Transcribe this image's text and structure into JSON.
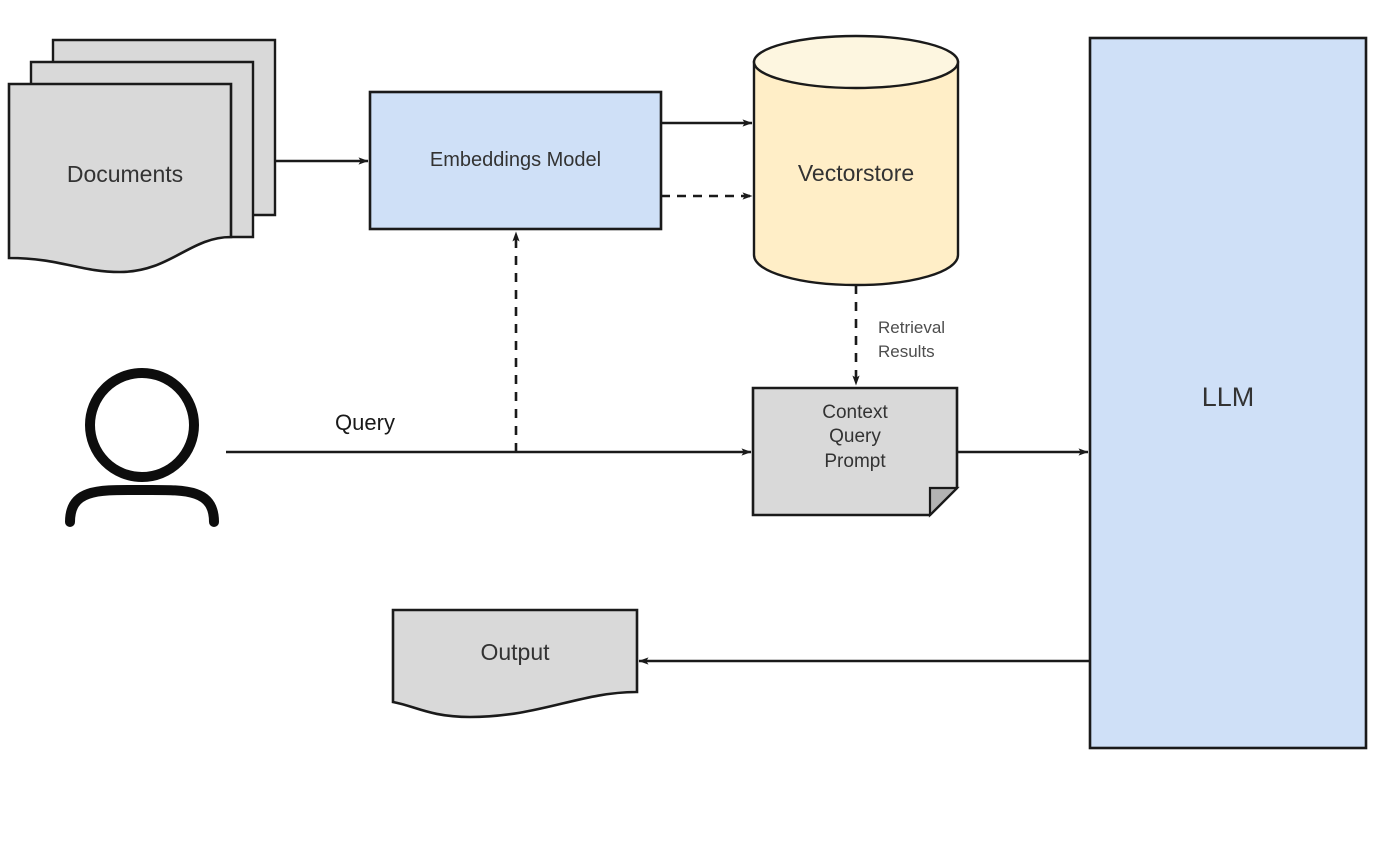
{
  "diagram": {
    "title": "Retrieval Augmented Generation (RAG) flow",
    "background": "#ffffff",
    "stroke": "#1a1a1a",
    "colors": {
      "gray_fill": "#d9d9d9",
      "blue_fill": "#cfe0f7",
      "yellow_fill": "#ffeec7",
      "stroke": "#1a1a1a",
      "text": "#333333",
      "label_muted": "#4d4d4d"
    },
    "nodes": [
      {
        "id": "documents",
        "label": "Documents",
        "shape": "document-stack",
        "fill": "#d9d9d9"
      },
      {
        "id": "embeddings",
        "label": "Embeddings Model",
        "shape": "rectangle",
        "fill": "#cfe0f7"
      },
      {
        "id": "vectorstore",
        "label": "Vectorstore",
        "shape": "cylinder",
        "fill": "#ffeec7"
      },
      {
        "id": "llm",
        "label": "LLM",
        "shape": "rectangle",
        "fill": "#cfe0f7"
      },
      {
        "id": "context",
        "label": "Context\nQuery\nPrompt",
        "shape": "note",
        "fill": "#d9d9d9"
      },
      {
        "id": "output",
        "label": "Output",
        "shape": "document",
        "fill": "#d9d9d9"
      },
      {
        "id": "user",
        "label": "",
        "shape": "actor",
        "fill": "none"
      }
    ],
    "edges": [
      {
        "from": "documents",
        "to": "embeddings",
        "label": "",
        "style": "solid"
      },
      {
        "from": "embeddings",
        "to": "vectorstore",
        "label": "",
        "style": "solid"
      },
      {
        "from": "embeddings",
        "to": "vectorstore",
        "label": "",
        "style": "dashed"
      },
      {
        "from": "user",
        "to": "context",
        "label": "Query",
        "style": "solid"
      },
      {
        "from": "context",
        "to": "embeddings",
        "label": "",
        "style": "dashed"
      },
      {
        "from": "vectorstore",
        "to": "context",
        "label": "Retrieval\nResults",
        "style": "dashed"
      },
      {
        "from": "context",
        "to": "llm",
        "label": "",
        "style": "solid"
      },
      {
        "from": "llm",
        "to": "output",
        "label": "",
        "style": "solid"
      }
    ]
  },
  "labels": {
    "documents": "Documents",
    "embeddings_model": "Embeddings Model",
    "vectorstore": "Vectorstore",
    "llm": "LLM",
    "context_query_prompt": "Context\nQuery\nPrompt",
    "output": "Output",
    "query": "Query",
    "retrieval_results": "Retrieval\nResults"
  }
}
